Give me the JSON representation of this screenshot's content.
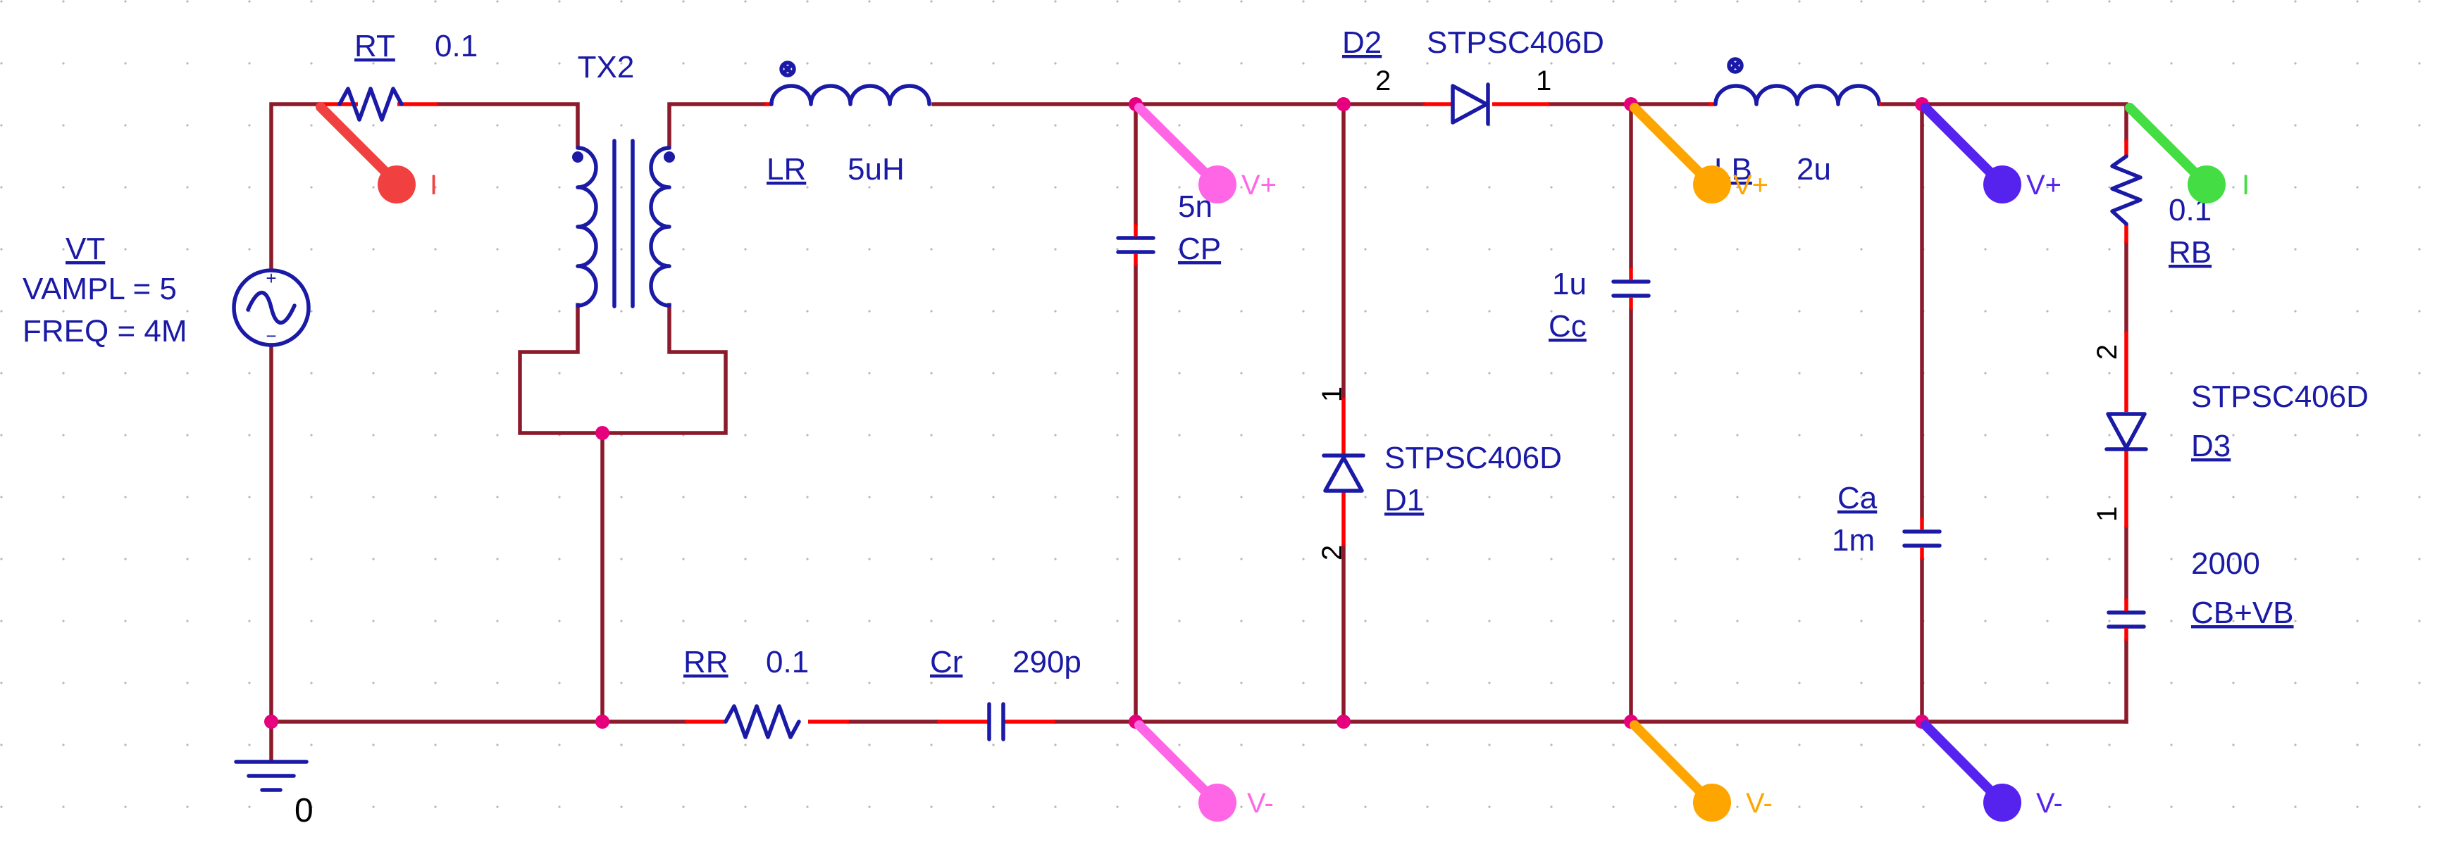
{
  "colors": {
    "wire": "#8b1a2b",
    "component": "#1a1aa6",
    "pin_stub": "#ff0000",
    "junction": "#e6007e",
    "probe_current_red": "#f04040",
    "probe_voltage_magenta": "#ff66e6",
    "probe_voltage_orange": "#ffa500",
    "probe_voltage_purple": "#5522ee",
    "probe_current_green": "#44dd44"
  },
  "components": {
    "VT": {
      "ref": "VT",
      "line1": "VAMPL = 5",
      "line2": "FREQ = 4M",
      "icon": "sine-voltage-source-icon"
    },
    "RT": {
      "ref": "RT",
      "value": "0.1",
      "icon": "resistor-icon"
    },
    "TX2": {
      "ref": "TX2",
      "icon": "transformer-icon"
    },
    "LR": {
      "ref": "LR",
      "value": "5uH",
      "icon": "inductor-icon"
    },
    "CP": {
      "ref": "CP",
      "value": "5n",
      "icon": "capacitor-icon"
    },
    "D2": {
      "ref": "D2",
      "value": "STPSC406D",
      "pin_a": "2",
      "pin_k": "1",
      "icon": "diode-icon"
    },
    "D1": {
      "ref": "D1",
      "value": "STPSC406D",
      "pin_top": "1",
      "pin_bottom": "2",
      "icon": "diode-icon"
    },
    "LB": {
      "ref": "LB",
      "value": "2u",
      "icon": "inductor-icon"
    },
    "Cc": {
      "ref": "Cc",
      "value": "1u",
      "icon": "capacitor-icon"
    },
    "Ca": {
      "ref": "Ca",
      "value": "1m",
      "icon": "capacitor-icon"
    },
    "RB": {
      "ref": "RB",
      "value": "0.1",
      "icon": "resistor-icon"
    },
    "D3": {
      "ref": "D3",
      "value": "STPSC406D",
      "pin_top": "2",
      "pin_bottom": "1",
      "icon": "diode-icon"
    },
    "CB": {
      "ref": "CB+VB",
      "value": "2000",
      "icon": "capacitor-icon"
    },
    "RR": {
      "ref": "RR",
      "value": "0.1",
      "icon": "resistor-icon"
    },
    "Cr": {
      "ref": "Cr",
      "value": "290p",
      "icon": "capacitor-icon"
    },
    "GND": {
      "label": "0",
      "icon": "ground-icon"
    }
  },
  "probes": {
    "i_red": {
      "label": "I",
      "kind": "current",
      "color": "#f04040"
    },
    "v_plus_magenta": {
      "label": "V+",
      "kind": "voltage",
      "color": "#ff66e6"
    },
    "v_minus_magenta": {
      "label": "V-",
      "kind": "voltage",
      "color": "#ff66e6"
    },
    "v_plus_orange": {
      "label": "V+",
      "kind": "voltage",
      "color": "#ffa500"
    },
    "v_minus_orange": {
      "label": "V-",
      "kind": "voltage",
      "color": "#ffa500"
    },
    "v_plus_purple": {
      "label": "V+",
      "kind": "voltage",
      "color": "#5522ee"
    },
    "v_minus_purple": {
      "label": "V-",
      "kind": "voltage",
      "color": "#5522ee"
    },
    "i_green": {
      "label": "I",
      "kind": "current",
      "color": "#44dd44"
    }
  }
}
